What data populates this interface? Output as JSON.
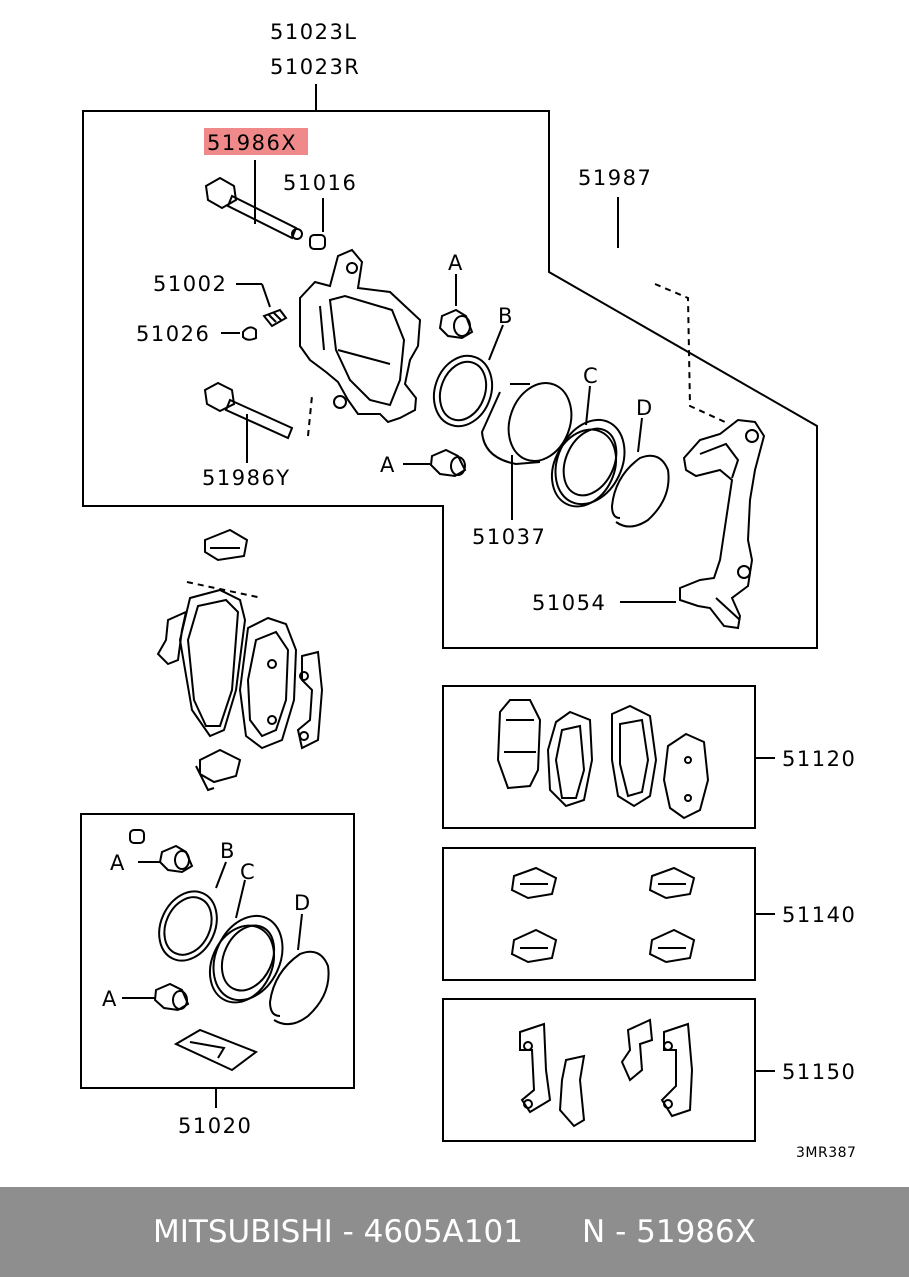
{
  "labels": {
    "caliper_l": "51023L",
    "caliper_r": "51023R",
    "pin_x": "51986X",
    "p51016": "51016",
    "p51002": "51002",
    "p51026": "51026",
    "pin_y": "51986Y",
    "p51987": "51987",
    "p51037": "51037",
    "p51054": "51054",
    "p51120": "51120",
    "p51140": "51140",
    "p51150": "51150",
    "p51020": "51020",
    "a": "A",
    "b": "B",
    "c": "C",
    "d": "D",
    "diagram_code": "3MR387"
  },
  "highlight_color": "#f08a8a",
  "footer": {
    "text": "MITSUBISHI - 4605A101      N - 51986X"
  }
}
